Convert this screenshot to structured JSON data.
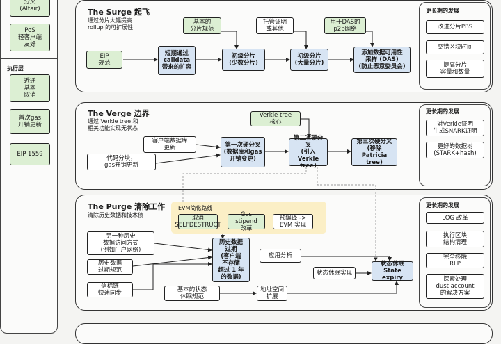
{
  "left": {
    "cut_top": "分叉\n(Altair)",
    "items_top": [
      "PoS\n轻客户端\n友好"
    ],
    "exec_title": "执行层",
    "items_exec": [
      "近迁\n基本\n取消",
      "首次gas\n开销更新",
      "EIP 1559"
    ]
  },
  "surge": {
    "title": "The Surge  起飞",
    "desc": "通过分片大幅提高\nrollup 的可扩展性",
    "boxes": {
      "eip": "EIP\n规范",
      "calldata": "短期通过\ncalldata\n带来的扩容",
      "basic": "基本的\n分片规范",
      "first": "初级分片\n(少数分片)",
      "proof": "托管证明\n或其他",
      "second": "初级分片\n(大量分片)",
      "das_p2p": "用于DAS的\np2p网络",
      "das": "添加数据可用性\n采样 (DAS)\n(防止恶意委员会)"
    },
    "longer_title": "更长期的发展",
    "longer": [
      "改进分片PBS",
      "交错区块时间",
      "提高分片\n容量和数量"
    ]
  },
  "verge": {
    "title": "The Verge  边界",
    "desc": "通过 Verkle tree 和\n相关功能实现无状态",
    "boxes": {
      "client_db": "客户端数据库\n更新",
      "gas": "代码分块，\ngas开销更新",
      "verkle": "Verkle tree\n核心",
      "hf1": "第一次硬分叉\n(数据库和gas\n开销变更)",
      "hf2": "第二次硬分叉\n(引入 Verkle\ntree)",
      "hf3": "第三次硬分叉\n(移除 Patricia\ntree)"
    },
    "longer_title": "更长期的发展",
    "longer": [
      "对Verkle证明\n生成SNARK证明",
      "更好的数据树\n(STARK+hash)"
    ]
  },
  "purge": {
    "title": "The Purge  清除工作",
    "desc": "清除历史数据和技术债",
    "evm_title": "EVM简化路线",
    "boxes": {
      "selfdestruct": "取消\nSELFDESTRUCT",
      "gas_stipend": "Gas stipend\n改革",
      "precompile": "预编译 ->\nEVM 实现",
      "alt_history": "另一种历史\n数据访问方式\n(例如门户网络)",
      "hist_spec": "历史数据\n过期规范",
      "beacon_sync": "信标链\n快速同步",
      "history_expiry": "历史数据\n过期\n(客户端\n不存储\n超过 1 年\n的数据)",
      "app_analysis": "应用分析",
      "state_spec": "基本的状态\n休眠规范",
      "state_revival": "状态休眠实现",
      "state_expiry": "状态休眠\nState expiry",
      "addr_space": "地址空间\n扩展"
    },
    "longer_title": "更长期的发展",
    "longer": [
      "LOG 改革",
      "执行区块\n结构清理",
      "完全移除\nRLP",
      "探索处理\ndust account\n的解决方案"
    ]
  }
}
